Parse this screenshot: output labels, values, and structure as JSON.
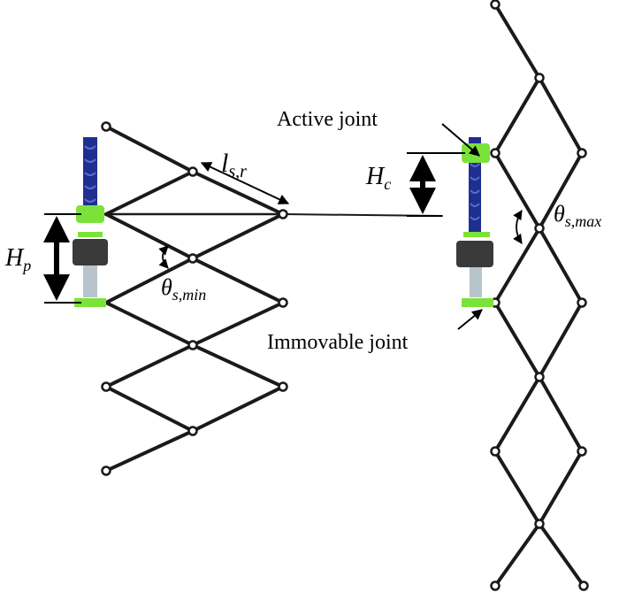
{
  "labels": {
    "active_joint": "Active joint",
    "immovable_joint": "Immovable joint",
    "link_length": {
      "main": "l",
      "sub": "s,r"
    },
    "actuator_height_compressed": {
      "main": "H",
      "sub": "c"
    },
    "actuator_height_extended": {
      "main": "H",
      "sub": "p"
    },
    "min_angle": {
      "main": "θ",
      "sub": "s,min"
    },
    "max_angle": {
      "main": "θ",
      "sub": "s,max"
    }
  },
  "colors": {
    "link": "#1a1a1a",
    "joint_fill": "#ffffff",
    "actuator_rod": "#1f2f8f",
    "joint_block": "#7be23a",
    "motor_body": "#3a3a3a",
    "piston": "#b8c4cc"
  }
}
